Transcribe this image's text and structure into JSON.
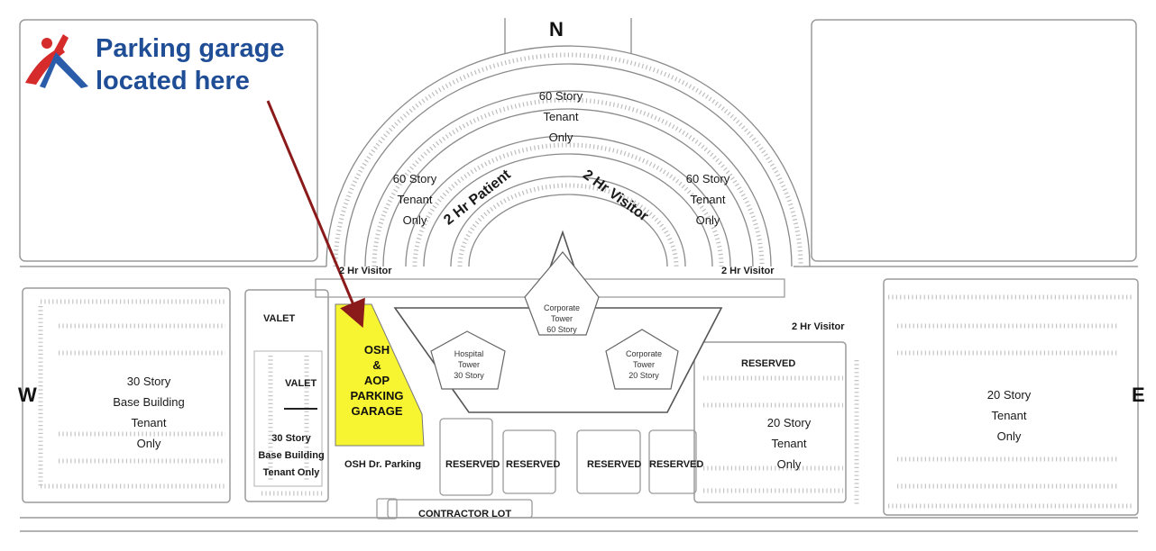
{
  "map": {
    "compass": {
      "north": "N",
      "west": "W",
      "east": "E"
    },
    "callout": {
      "line1": "Parking garage",
      "line2": "located here"
    },
    "highlight_color": "#f7f431",
    "arrow_color": "#8b1a1a",
    "callout_color": "#1f4e96",
    "logo": "staff-figure-logo",
    "garage": {
      "line1": "OSH",
      "line2": "&",
      "line3": "AOP",
      "line4": "PARKING",
      "line5": "GARAGE"
    },
    "lots": {
      "north_center": {
        "line1": "60 Story",
        "line2": "Tenant",
        "line3": "Only"
      },
      "north_left": {
        "line1": "60 Story",
        "line2": "Tenant",
        "line3": "Only"
      },
      "north_right": {
        "line1": "60 Story",
        "line2": "Tenant",
        "line3": "Only"
      },
      "west": {
        "line1": "30 Story",
        "line2": "Base Building",
        "line3": "Tenant",
        "line4": "Only"
      },
      "west_small": {
        "line1": "30 Story",
        "line2": "Base Building",
        "line3": "Tenant  Only"
      },
      "east_inner": {
        "line1": "20 Story",
        "line2": "Tenant",
        "line3": "Only"
      },
      "east_outer": {
        "line1": "20 Story",
        "line2": "Tenant",
        "line3": "Only"
      }
    },
    "rings": {
      "patient": "2 Hr Patient",
      "visitor": "2 Hr Visitor"
    },
    "labels": {
      "visitor_left": "2 Hr Visitor",
      "visitor_right": "2 Hr Visitor",
      "visitor_east": "2 Hr Visitor",
      "valet_top": "VALET",
      "valet_mid": "VALET",
      "osh_dr": "OSH Dr. Parking",
      "reserved_1": "RESERVED",
      "reserved_2": "RESERVED",
      "reserved_3": "RESERVED",
      "reserved_4": "RESERVED",
      "reserved_east": "RESERVED",
      "contractor": "CONTRACTOR LOT"
    },
    "towers": {
      "corporate_60": {
        "line1": "Corporate",
        "line2": "Tower",
        "line3": "60 Story"
      },
      "hospital": {
        "line1": "Hospital",
        "line2": "Tower",
        "line3": "30 Story"
      },
      "corporate_20": {
        "line1": "Corporate",
        "line2": "Tower",
        "line3": "20 Story"
      }
    }
  }
}
